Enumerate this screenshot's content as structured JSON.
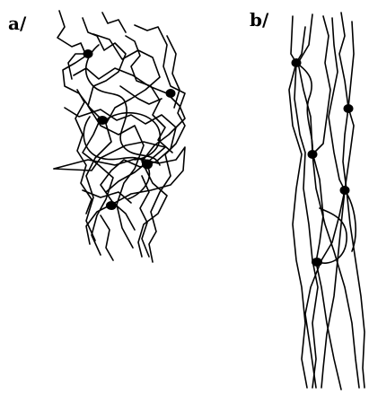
{
  "panels": [
    {
      "id": "a",
      "label": "a/",
      "state": "entangled"
    },
    {
      "id": "b",
      "label": "b/",
      "state": "aligned"
    }
  ],
  "colors": {
    "line": "#000000",
    "background": "#ffffff"
  }
}
